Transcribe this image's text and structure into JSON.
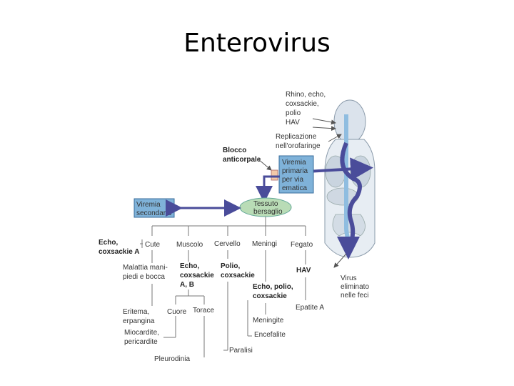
{
  "slide": {
    "title": "Enterovirus"
  },
  "colors": {
    "box_fill": "#7fb2d9",
    "box_stroke": "#3a6d9c",
    "ellipse_fill": "#b9dcb6",
    "arrow": "#4a4c9a",
    "body_fill": "#dbe3ec",
    "line": "#777777"
  },
  "entry": [
    "Rhino, echo,",
    "coxsackie,",
    "polio",
    "HAV"
  ],
  "replication": [
    "Replicazione",
    "nell'orofaringe"
  ],
  "antibody_block": [
    "Blocco",
    "anticorpale"
  ],
  "primary_viremia": [
    "Viremia",
    "primaria",
    "per via",
    "ematica"
  ],
  "target_tissue": [
    "Tessuto",
    "bersaglio"
  ],
  "secondary_viremia": [
    "Viremia",
    "secondaria"
  ],
  "shed": [
    "Virus",
    "eliminato",
    "nelle feci"
  ],
  "organs": {
    "cute": "Cute",
    "muscolo": "Muscolo",
    "cervello": "Cervello",
    "meningi": "Meningi",
    "fegato": "Fegato"
  },
  "viruses": {
    "cute": [
      "Echo,",
      "coxsackie A"
    ],
    "muscolo": [
      "Echo,",
      "coxsackie",
      "A, B"
    ],
    "cervello": [
      "Polio,",
      "coxsackie"
    ],
    "meningi": [
      "Echo, polio,",
      "coxsackie"
    ],
    "fegato": [
      "HAV"
    ]
  },
  "diseases": {
    "hfmd": [
      "Malattia mani-",
      "piedi e bocca"
    ],
    "herpangina": [
      "Eritema,",
      "erpangina"
    ],
    "cuore": "Cuore",
    "torace": "Torace",
    "myocarditis": [
      "Miocardite,",
      "pericardite"
    ],
    "pleurodynia": "Pleurodinia",
    "paralisi": "Paralisi",
    "meningite": "Meningite",
    "encefalite": "Encefalite",
    "epatite": "Epatite A"
  }
}
